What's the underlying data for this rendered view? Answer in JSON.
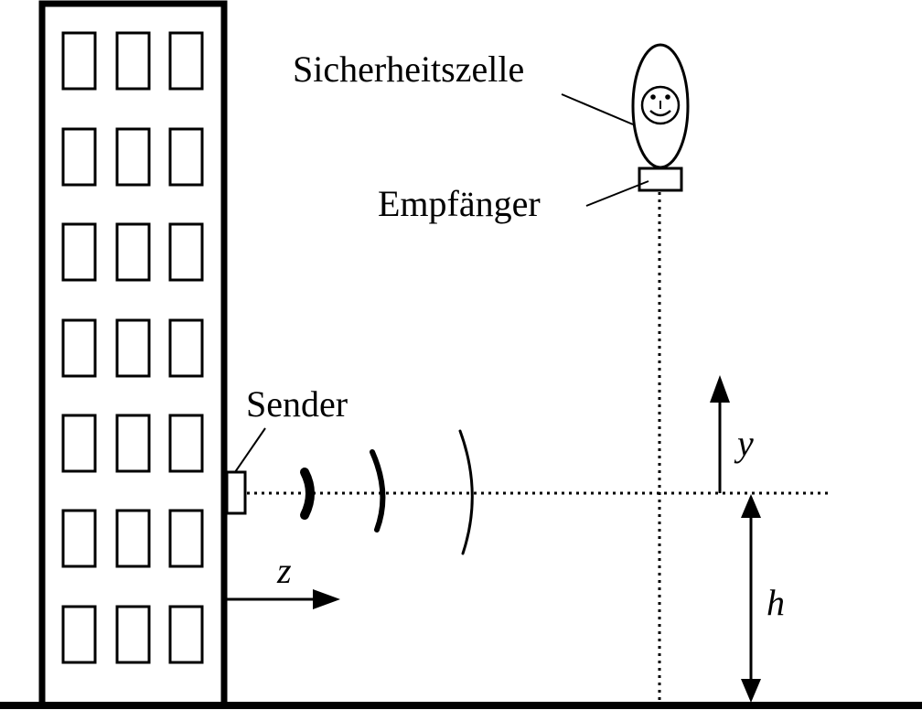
{
  "labels": {
    "safety_cell": "Sicherheitszelle",
    "receiver": "Empfänger",
    "transmitter": "Sender",
    "axis_y": "y",
    "axis_z": "z",
    "height": "h"
  },
  "colors": {
    "stroke": "#000000",
    "background": "#ffffff"
  },
  "building": {
    "window_rows": 7,
    "window_columns": 3
  }
}
